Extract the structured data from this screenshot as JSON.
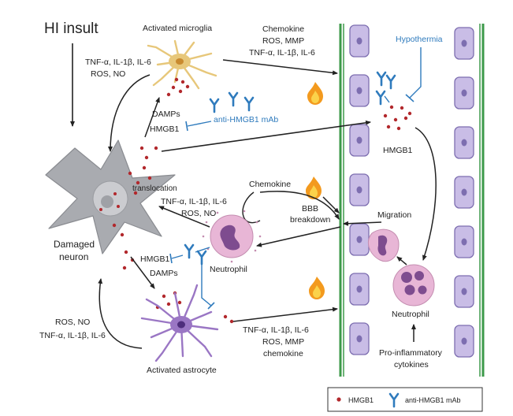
{
  "title": "HI insult",
  "labels": {
    "activated_microglia": "Activated microglia",
    "microglia_cytokines_1": "TNF-α, IL-1β, IL-6",
    "microglia_cytokines_2": "ROS, NO",
    "chemokine_top_1": "Chemokine",
    "chemokine_top_2": "ROS, MMP",
    "chemokine_top_3": "TNF-α, IL-1β, IL-6",
    "hypothermia": "Hypothermia",
    "damps_top": "DAMPs",
    "hmgb1_top": "HMGB1",
    "anti_hmgb1_mab": "anti-HMGB1 mAb",
    "hmgb1_vessel": "HMGB1",
    "translocation": "translocation",
    "damaged_neuron_1": "Damaged",
    "damaged_neuron_2": "neuron",
    "chemokine_mid": "Chemokine",
    "neutrophil_cytokines_1": "TNF-α, IL-1β, IL-6",
    "neutrophil_cytokines_2": "ROS, NO",
    "bbb_1": "BBB",
    "bbb_2": "breakdown",
    "migration": "Migration",
    "hmgb1_low": "HMGB1",
    "damps_low": "DAMPs",
    "neutrophil_tissue": "Neutrophil",
    "neutrophil_vessel": "Neutrophil",
    "astro_left_1": "ROS, NO",
    "astro_left_2": "TNF-α, IL-1β, IL-6",
    "astro_right_1": "TNF-α, IL-1β, IL-6",
    "astro_right_2": "ROS, MMP",
    "astro_right_3": "chemokine",
    "activated_astrocyte": "Activated astrocyte",
    "proinflammatory_1": "Pro-inflammatory",
    "proinflammatory_2": "cytokines"
  },
  "legend": {
    "hmgb1": "HMGB1",
    "antibody": "anti-HMGB1 mAb"
  },
  "colors": {
    "vessel_cell": "#c9bde6",
    "vessel_border": "#7d6eb0",
    "vessel_wall": "#3d9a4a",
    "neuron": "#a9abb0",
    "microglia": "#e7c77a",
    "astrocyte": "#9a76c4",
    "neutrophil": "#e8b6d6",
    "hmgb1_dot": "#b2282c",
    "antibody": "#2f7bbd"
  }
}
